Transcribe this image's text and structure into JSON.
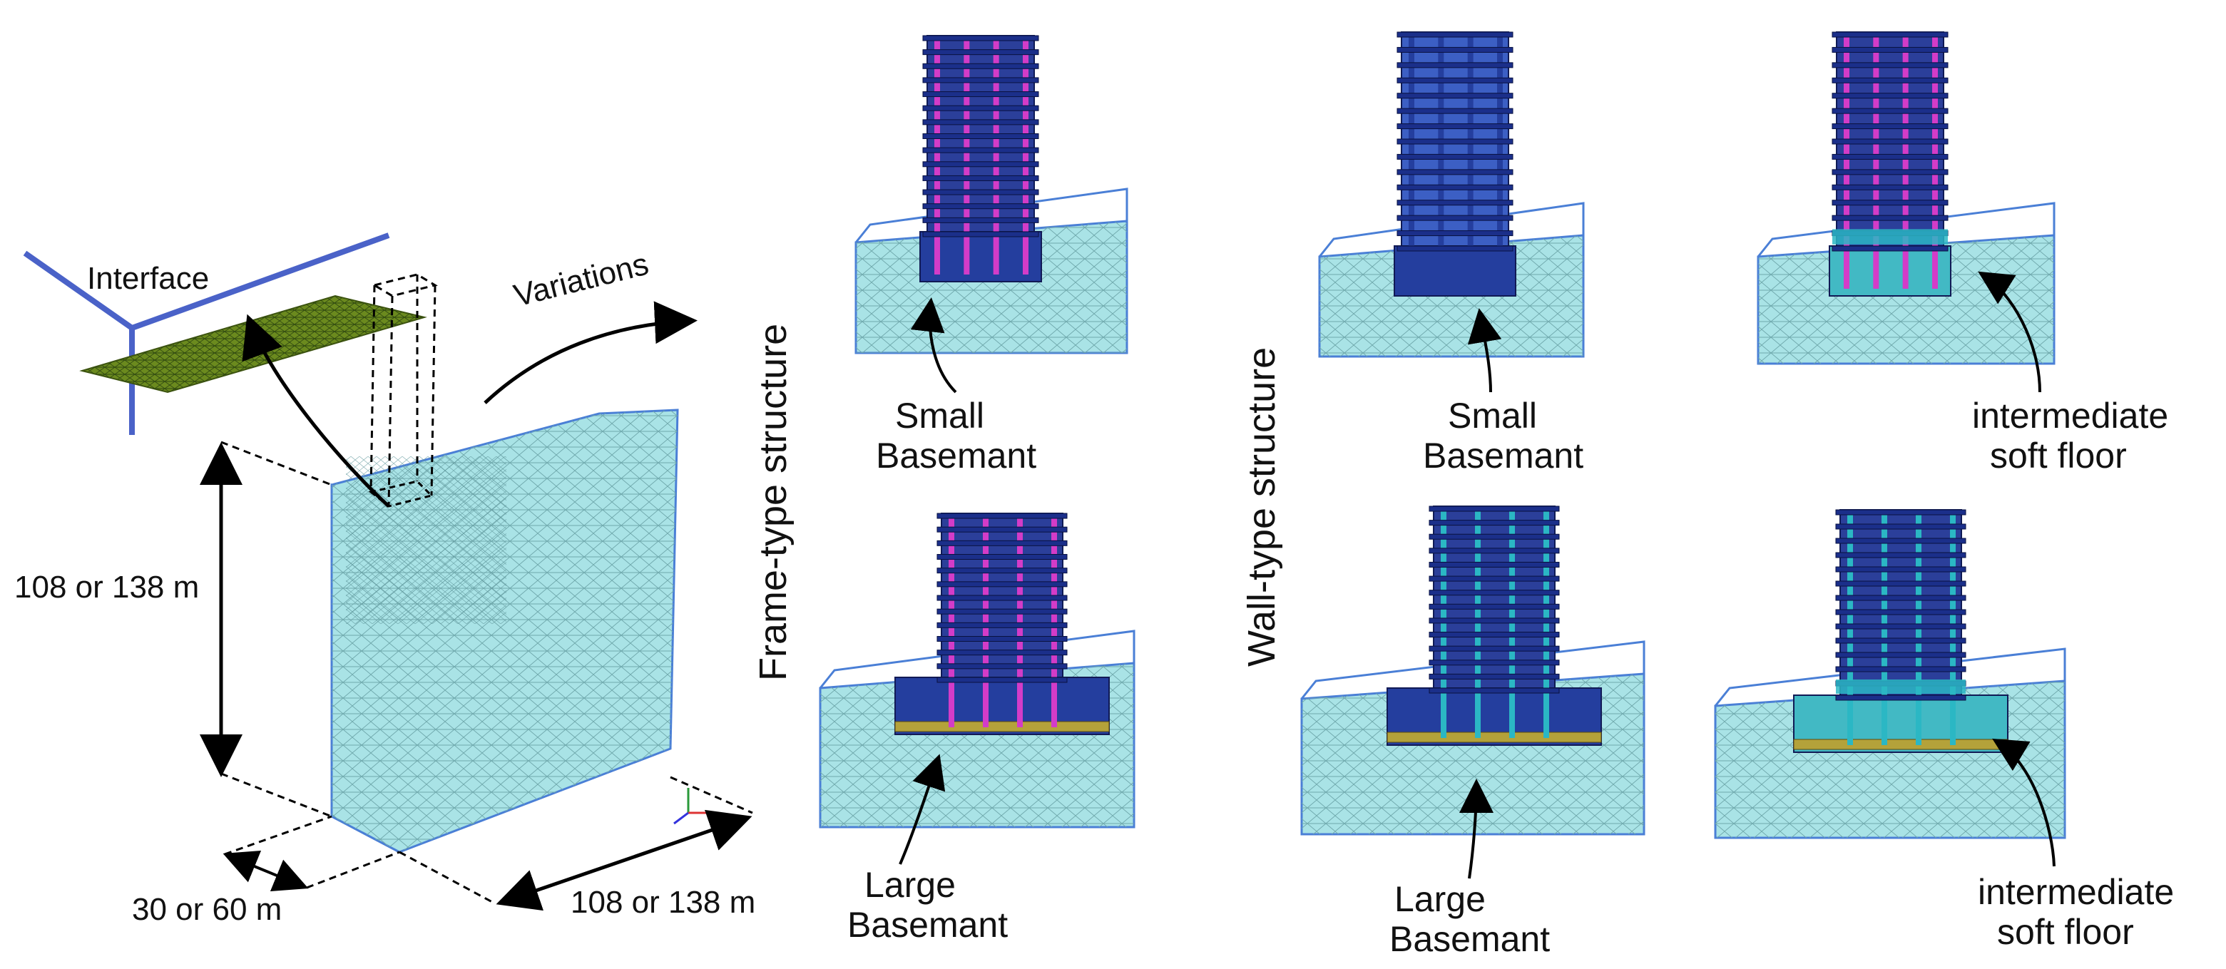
{
  "labels": {
    "interface": "Interface",
    "variations": "Variations",
    "height": "108 or 138 m",
    "depth": "30 or 60 m",
    "width": "108 or 138 m",
    "frame_type": "Frame-type structure",
    "wall_type": "Wall-type structure"
  },
  "panels": [
    {
      "line1": "Small",
      "line2": "Basemant"
    },
    {
      "line1": "Small",
      "line2": "Basemant"
    },
    {
      "line1": "intermediate",
      "line2": "soft floor"
    },
    {
      "line1": "Large",
      "line2": "Basemant"
    },
    {
      "line1": "Large",
      "line2": "Basemant"
    },
    {
      "line1": "intermediate",
      "line2": "soft floor"
    }
  ],
  "colors": {
    "soil": "#a9e3e6",
    "soil_edge": "#4a7fd6",
    "mesh": "#6fa8ac",
    "slab": "#243e9e",
    "column_frame": "#d33cc8",
    "column_wall": "#2bb7c4",
    "interface": "#6b8a1e"
  }
}
